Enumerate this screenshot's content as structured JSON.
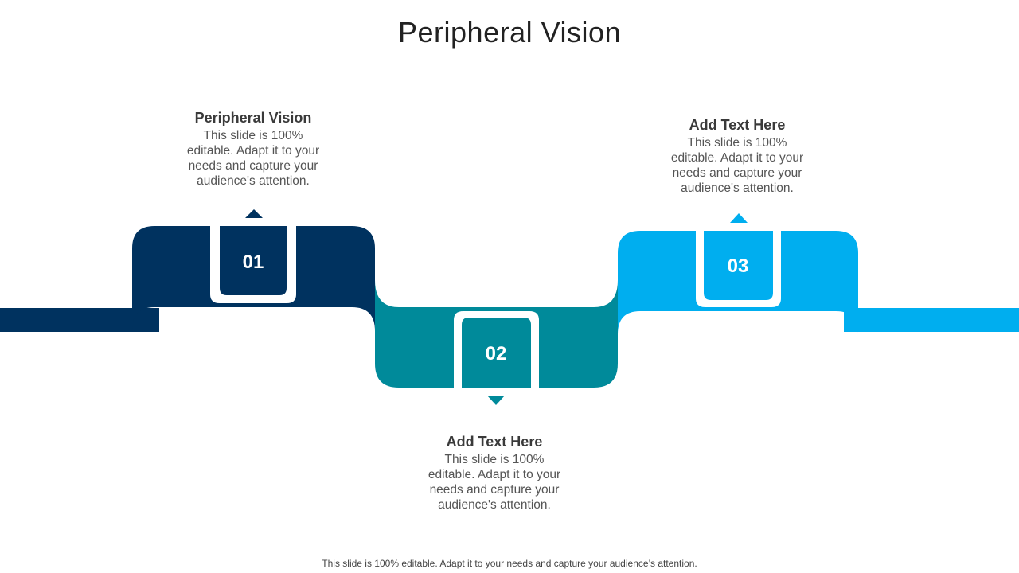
{
  "title": "Peripheral Vision",
  "colors": {
    "step1": "#00325f",
    "step2": "#008a9a",
    "step3": "#00aeef"
  },
  "steps": [
    {
      "number": "01",
      "heading": "Peripheral Vision",
      "body": "This slide is 100% editable. Adapt it to your needs and capture your audience's attention."
    },
    {
      "number": "02",
      "heading": "Add Text Here",
      "body": "This slide is 100% editable. Adapt it to your needs and capture your audience's attention."
    },
    {
      "number": "03",
      "heading": "Add Text Here",
      "body": "This slide is 100% editable. Adapt it to your needs and capture your audience's attention."
    }
  ],
  "footer": "This slide is 100% editable. Adapt it to your needs and capture your audience’s attention."
}
